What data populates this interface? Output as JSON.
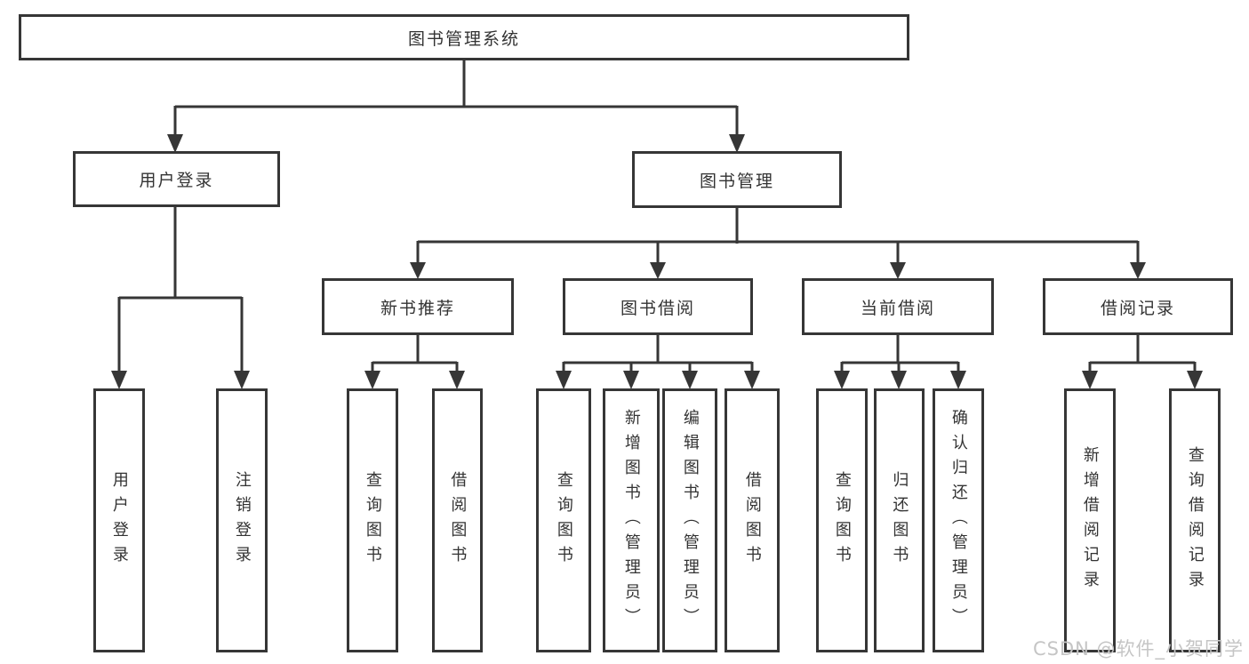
{
  "nodes": {
    "root": "图书管理系统",
    "user_login": "用户登录",
    "book_mgmt": "图书管理",
    "new_books": "新书推荐",
    "book_borrow": "图书借阅",
    "current_borrow": "当前借阅",
    "borrow_records": "借阅记录",
    "leaf_user_login": "用户登录",
    "leaf_logout": "注销登录",
    "leaf_nb_query": "查询图书",
    "leaf_nb_borrow": "借阅图书",
    "leaf_bb_query": "查询图书",
    "leaf_bb_add": "新增图书（管理员）",
    "leaf_bb_edit": "编辑图书（管理员）",
    "leaf_bb_borrow": "借阅图书",
    "leaf_cb_query": "查询图书",
    "leaf_cb_return": "归还图书",
    "leaf_cb_confirm": "确认归还（管理员）",
    "leaf_br_add": "新增借阅记录",
    "leaf_br_query": "查询借阅记录"
  },
  "watermark": "CSDN @软件_小贺同学",
  "colors": {
    "line": "#363636",
    "text": "#333333",
    "watermark": "#c5c5c5"
  }
}
